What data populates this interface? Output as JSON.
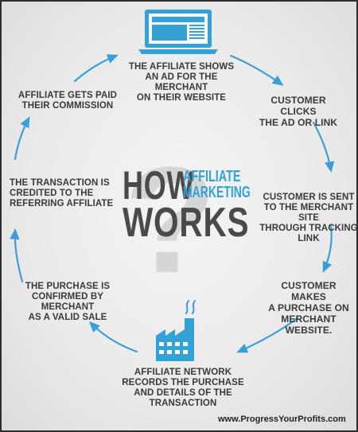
{
  "title": {
    "how": "HOW",
    "affiliate": "AFFILIATE",
    "marketing": "MARKETING",
    "works": "WORKS"
  },
  "steps": {
    "shows_ad": [
      "THE AFFILIATE SHOWS",
      "AN AD FOR THE MERCHANT",
      "ON THEIR WEBSITE"
    ],
    "clicks": [
      "CUSTOMER CLICKS",
      "THE AD OR LINK"
    ],
    "sent": [
      "CUSTOMER IS SENT",
      "TO THE MERCHANT SITE",
      "THROUGH TRACKING LINK"
    ],
    "purchase": [
      "CUSTOMER MAKES",
      "A PURCHASE ON",
      "MERCHANT WEBSITE."
    ],
    "network": [
      "AFFILIATE NETWORK",
      "RECORDS THE PURCHASE",
      "AND DETAILS OF THE",
      "TRANSACTION"
    ],
    "confirmed": [
      "THE PURCHASE IS",
      "CONFIRMED BY MERCHANT",
      "AS A VALID SALE"
    ],
    "credited": [
      "THE TRANSACTION IS",
      "CREDITED TO THE",
      "REFERRING AFFILIATE"
    ],
    "paid": [
      "AFFILIATE GETS PAID",
      "THEIR COMMISSION"
    ]
  },
  "footer": "www.ProgressYourProfits.com",
  "icons": {
    "top": "laptop-icon",
    "bottom": "factory-icon",
    "center": "question-mark-icon"
  },
  "colors": {
    "accent": "#35a2d6",
    "text": "#3a3a3a",
    "arrow": "#3a9fd8"
  }
}
